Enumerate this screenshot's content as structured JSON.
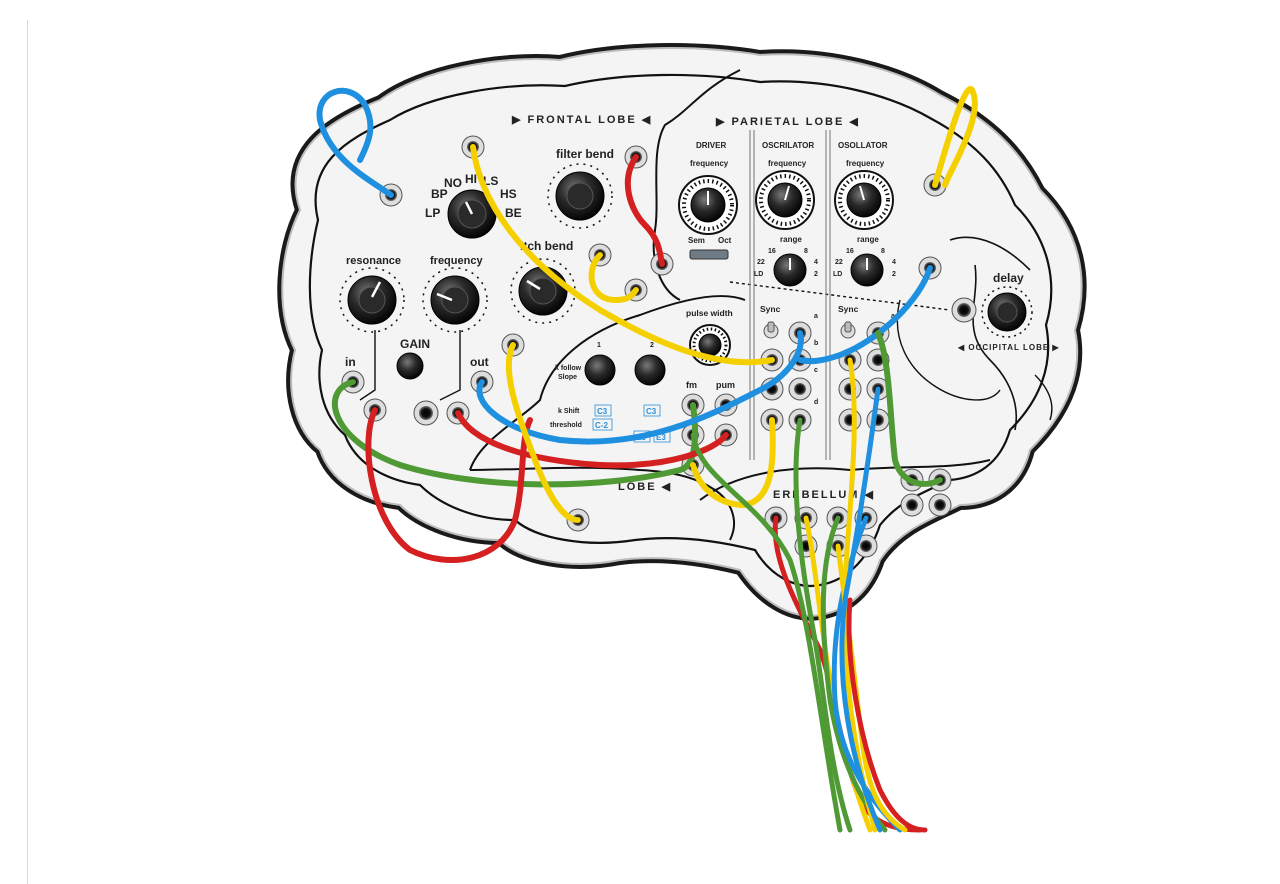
{
  "lobes": {
    "frontal": "▶ FRONTAL LOBE ◀",
    "parietal": "▶ PARIETAL LOBE ◀",
    "occipital": "◀ OCCIPITAL LOBE ▶",
    "temporal": "LOBE ◀",
    "cerebellum": "EREBELLUM ◀"
  },
  "filter": {
    "modes": [
      "NO",
      "HI",
      "LS",
      "BP",
      "HS",
      "LP",
      "BE"
    ],
    "filter_bend": "filter bend",
    "resonance": "resonance",
    "frequency": "frequency",
    "pitch_bend": "itch bend",
    "gain": "GAIN",
    "in": "in",
    "out": "out"
  },
  "parietal": {
    "driver": "DRIVER",
    "driver_freq": "frequency",
    "sem": "Sem",
    "oct": "Oct",
    "osc1": "OSCRILATOR",
    "osc1_freq": "frequency",
    "osc2": "OSOLLATOR",
    "osc2_freq": "frequency",
    "range": "range",
    "range_vals": [
      "16",
      "8",
      "22",
      "4",
      "LD",
      "2"
    ]
  },
  "temporal": {
    "pulse_width": "pulse width",
    "k_follow": "k follow",
    "slope": "Slope",
    "knob1": "1",
    "knob2": "2",
    "k_shift": "k Shift",
    "threshold": "threshold",
    "notes": [
      "C3",
      "C3",
      "C-2",
      "E3",
      "E3"
    ],
    "fm": "fm",
    "pum": "pum"
  },
  "sync": {
    "sync1": "Sync",
    "sync2": "Sync",
    "jacks": [
      "a",
      "b",
      "c",
      "d"
    ],
    "jack_a2": "a"
  },
  "occipital": {
    "delay": "delay"
  },
  "colors": {
    "red": "#d42020",
    "yellow": "#f5d000",
    "blue": "#1f8fe0",
    "green": "#4f9a35"
  }
}
